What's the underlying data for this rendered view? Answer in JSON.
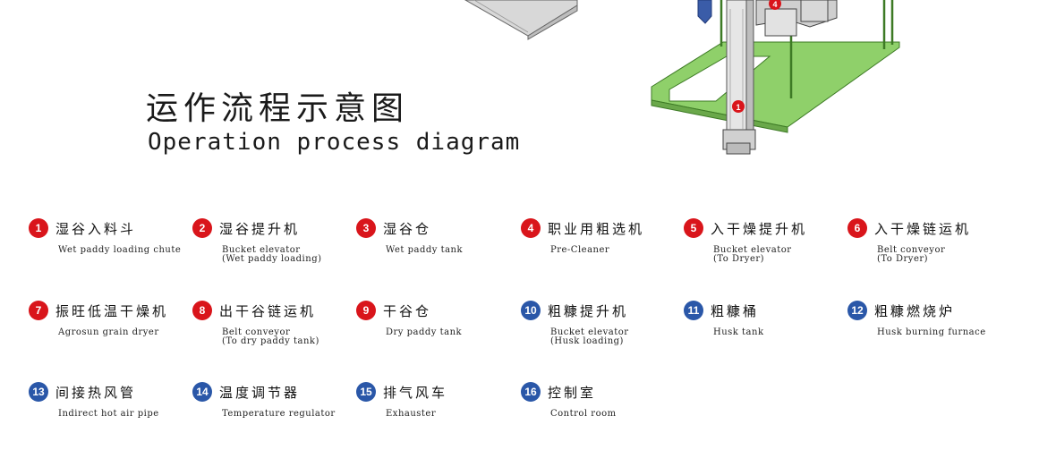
{
  "title": {
    "cn": "运作流程示意图",
    "en": "Operation process diagram"
  },
  "diagram_labels": {
    "marker_1": "1",
    "marker_4": "4"
  },
  "legend": [
    {
      "num": "1",
      "color": "red",
      "cn": "湿谷入料斗",
      "en": "Wet paddy loading chute"
    },
    {
      "num": "2",
      "color": "red",
      "cn": "湿谷提升机",
      "en": "Bucket elevator\n(Wet paddy loading)"
    },
    {
      "num": "3",
      "color": "red",
      "cn": "湿谷仓",
      "en": "Wet paddy tank"
    },
    {
      "num": "4",
      "color": "red",
      "cn": "职业用粗选机",
      "en": "Pre-Cleaner"
    },
    {
      "num": "5",
      "color": "red",
      "cn": "入干燥提升机",
      "en": "Bucket elevator\n(To Dryer)"
    },
    {
      "num": "6",
      "color": "red",
      "cn": "入干燥链运机",
      "en": "Belt conveyor\n(To Dryer)"
    },
    {
      "num": "7",
      "color": "red",
      "cn": "振旺低温干燥机",
      "en": "Agrosun grain dryer"
    },
    {
      "num": "8",
      "color": "red",
      "cn": "出干谷链运机",
      "en": "Belt conveyor\n(To dry paddy tank)"
    },
    {
      "num": "9",
      "color": "red",
      "cn": "干谷仓",
      "en": "Dry paddy tank"
    },
    {
      "num": "10",
      "color": "blue",
      "cn": "粗糠提升机",
      "en": "Bucket elevator\n(Husk loading)"
    },
    {
      "num": "11",
      "color": "blue",
      "cn": "粗糠桶",
      "en": "Husk tank"
    },
    {
      "num": "12",
      "color": "blue",
      "cn": "粗糠燃烧炉",
      "en": "Husk burning furnace"
    },
    {
      "num": "13",
      "color": "blue",
      "cn": "间接热风管",
      "en": "Indirect hot air pipe"
    },
    {
      "num": "14",
      "color": "blue",
      "cn": "温度调节器",
      "en": "Temperature regulator"
    },
    {
      "num": "15",
      "color": "blue",
      "cn": "排气风车",
      "en": "Exhauster"
    },
    {
      "num": "16",
      "color": "blue",
      "cn": "控制室",
      "en": "Control room"
    }
  ]
}
